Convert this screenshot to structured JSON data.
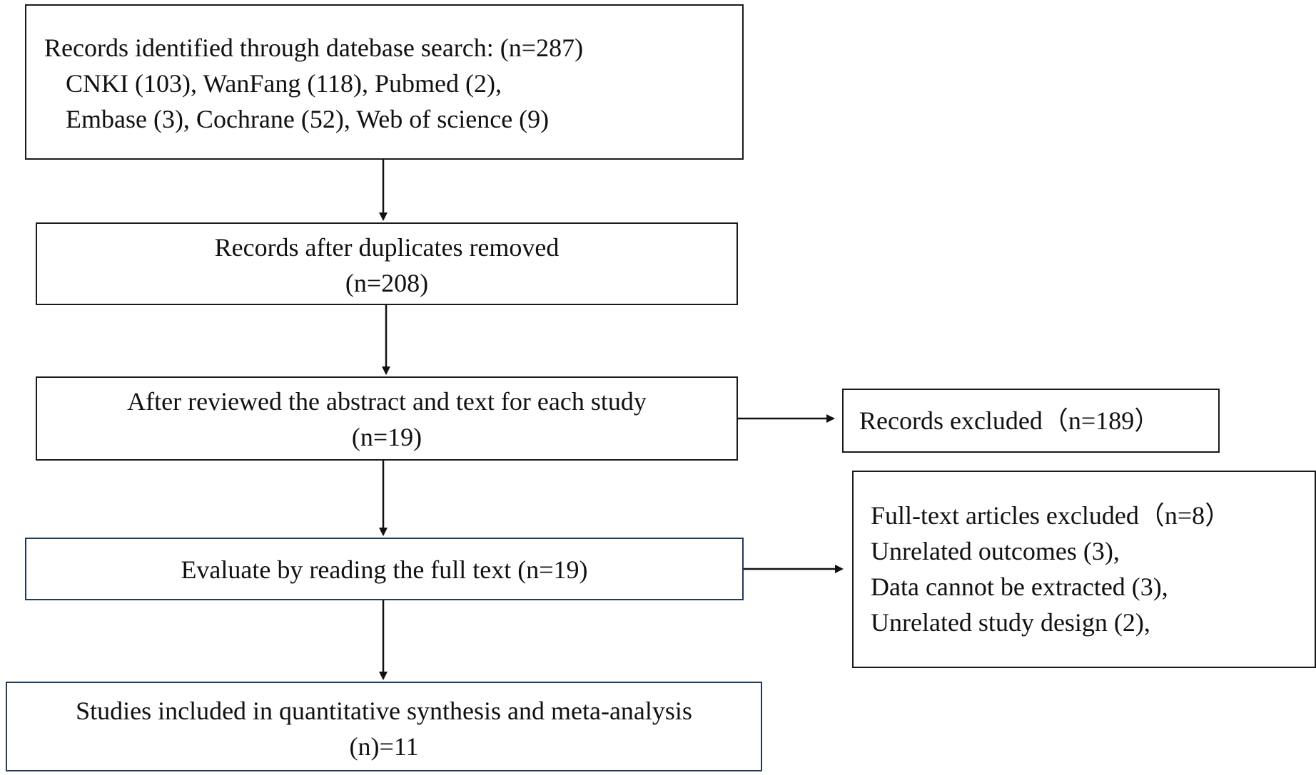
{
  "identification": {
    "title": "Records identified through datebase search: (n=287)",
    "sources_line1": "CNKI (103), WanFang (118), Pubmed (2),",
    "sources_line2": "Embase (3), Cochrane (52), Web of science (9)"
  },
  "duplicates_removed": {
    "line1": "Records after duplicates removed",
    "line2": "(n=208)"
  },
  "abstract_review": {
    "line1": "After reviewed the abstract and text for each study",
    "line2": "(n=19)"
  },
  "records_excluded": {
    "text": "Records excluded（n=189）"
  },
  "full_text_eval": {
    "text": "Evaluate by reading the full text (n=19)"
  },
  "full_text_excluded": {
    "title": "Full-text articles excluded（n=8）",
    "reason1": "Unrelated outcomes (3),",
    "reason2": "Data cannot be extracted (3),",
    "reason3": "Unrelated study design (2),"
  },
  "included": {
    "line1": "Studies included in quantitative synthesis and meta-analysis",
    "line2": "(n)=11"
  }
}
